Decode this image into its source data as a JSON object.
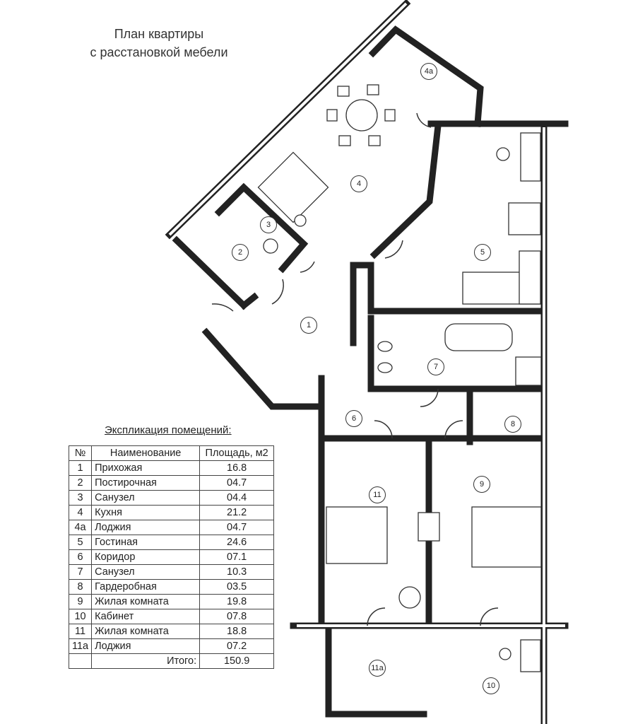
{
  "title": {
    "line1": "План квартиры",
    "line2": "с расстановкой мебели"
  },
  "room_labels": [
    "1",
    "2",
    "3",
    "4",
    "4а",
    "5",
    "6",
    "7",
    "8",
    "9",
    "10",
    "11",
    "11а"
  ],
  "explication": {
    "title": "Экспликация помещений:",
    "headers": [
      "№",
      "Наименование",
      "Площадь, м2"
    ],
    "rows": [
      {
        "n": "1",
        "name": "Прихожая",
        "area": "16.8"
      },
      {
        "n": "2",
        "name": "Постирочная",
        "area": "04.7"
      },
      {
        "n": "3",
        "name": "Санузел",
        "area": "04.4"
      },
      {
        "n": "4",
        "name": "Кухня",
        "area": "21.2"
      },
      {
        "n": "4а",
        "name": "Лоджия",
        "area": "04.7"
      },
      {
        "n": "5",
        "name": "Гостиная",
        "area": "24.6"
      },
      {
        "n": "6",
        "name": "Коридор",
        "area": "07.1"
      },
      {
        "n": "7",
        "name": "Санузел",
        "area": "10.3"
      },
      {
        "n": "8",
        "name": "Гардеробная",
        "area": "03.5"
      },
      {
        "n": "9",
        "name": "Жилая комната",
        "area": "19.8"
      },
      {
        "n": "10",
        "name": "Кабинет",
        "area": "07.8"
      },
      {
        "n": "11",
        "name": "Жилая комната",
        "area": "18.8"
      },
      {
        "n": "11а",
        "name": "Лоджия",
        "area": "07.2"
      }
    ],
    "total_label": "Итого:",
    "total_value": "150.9"
  }
}
